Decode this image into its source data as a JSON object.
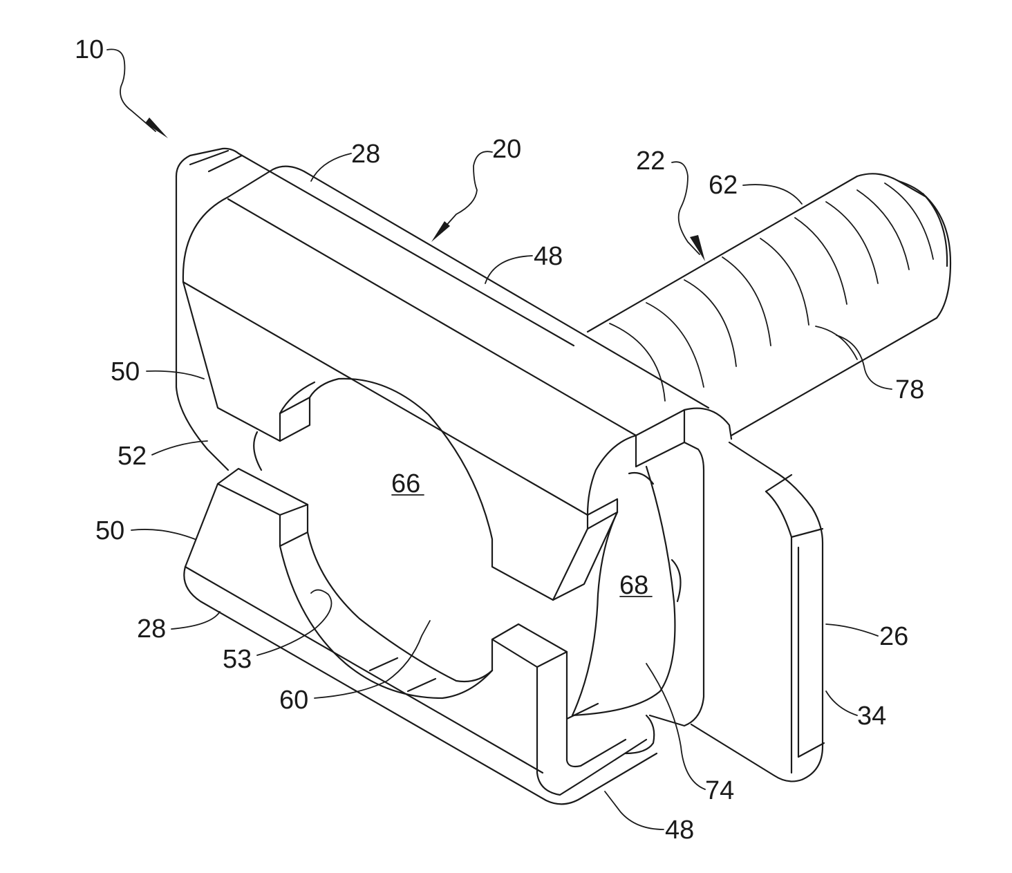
{
  "labels": {
    "assembly": "10",
    "body": "20",
    "fastener": "22",
    "base_plate": "26",
    "arm_top": "28",
    "arm_bottom": "28",
    "plate_face": "34",
    "top_wall": "48",
    "bottom_wall": "48",
    "jaw_upper": "50",
    "jaw_lower": "50",
    "gap": "52",
    "curved_edge": "53",
    "cavity_floor": "60",
    "thread_end": "62",
    "bore": "66",
    "inner_wall": "68",
    "tab": "74",
    "threads": "78"
  }
}
